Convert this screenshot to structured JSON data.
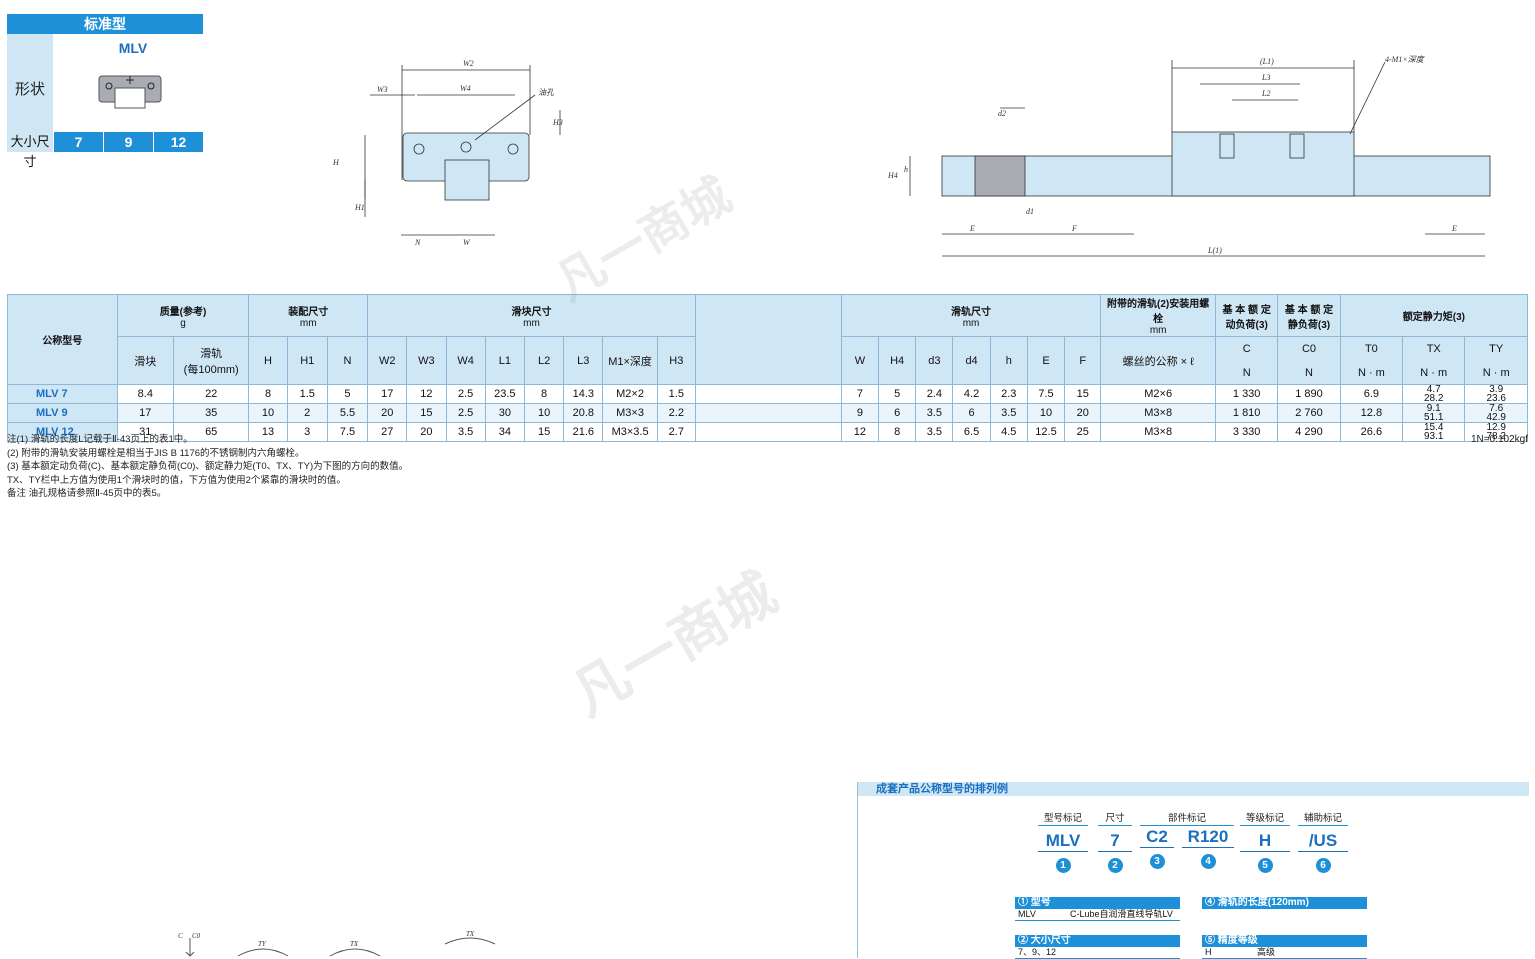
{
  "type_box": {
    "header": "标准型",
    "shape_label": "形状",
    "model": "MLV",
    "size_label": "大小尺寸",
    "sizes": [
      "7",
      "9",
      "12"
    ]
  },
  "drawing_labels": {
    "front": [
      "W2",
      "W3",
      "W4",
      "油孔",
      "H",
      "H1",
      "H3",
      "N",
      "W"
    ],
    "side": [
      "(L1)",
      "L3",
      "L2",
      "4-M1×深度",
      "d2",
      "d1",
      "H4",
      "h",
      "E",
      "F",
      "E",
      "L(1)"
    ]
  },
  "table": {
    "headers": {
      "model": "公称型号",
      "mass": "质量(参考)",
      "mass_unit": "g",
      "mass_block": "滑块",
      "mass_rail": "滑轨",
      "mass_rail_sub": "(每100mm)",
      "assembly": "装配尺寸",
      "assembly_unit": "mm",
      "block_dims": "滑块尺寸",
      "block_unit": "mm",
      "rail_dims": "滑轨尺寸",
      "rail_unit": "mm",
      "bolt": "附带的滑轨(2)安装用螺栓",
      "bolt_unit": "mm",
      "bolt_sub": "螺丝的公称 × ℓ",
      "dyn": "基 本 额 定动负荷(3)",
      "stat": "基 本 额 定静负荷(3)",
      "moment": "额定静力矩(3)",
      "cols_assembly": [
        "H",
        "H1",
        "N"
      ],
      "cols_block": [
        "W2",
        "W3",
        "W4",
        "L1",
        "L2",
        "L3",
        "M1×深度",
        "H3"
      ],
      "cols_rail": [
        "W",
        "H4",
        "d3",
        "d4",
        "h",
        "E",
        "F"
      ],
      "C": "C",
      "C0": "C0",
      "N": "N",
      "T0": "T0",
      "Tx": "TX",
      "Ty": "TY",
      "Nm": "N · m"
    },
    "rows": [
      {
        "model": "MLV   7",
        "block": "8.4",
        "rail": "22",
        "H": "8",
        "H1": "1.5",
        "N": "5",
        "W2": "17",
        "W3": "12",
        "W4": "2.5",
        "L1": "23.5",
        "L2": "8",
        "L3": "14.3",
        "M1": "M2×2",
        "H3": "1.5",
        "W": "7",
        "H4": "5",
        "d3": "2.4",
        "d4": "4.2",
        "h": "2.3",
        "E": "7.5",
        "F": "15",
        "bolt": "M2×6",
        "C": "1 330",
        "C0": "1 890",
        "T0": "6.9",
        "Tx1": "4.7",
        "Tx2": "28.2",
        "Ty1": "3.9",
        "Ty2": "23.6"
      },
      {
        "model": "MLV   9",
        "block": "17",
        "rail": "35",
        "H": "10",
        "H1": "2",
        "N": "5.5",
        "W2": "20",
        "W3": "15",
        "W4": "2.5",
        "L1": "30",
        "L2": "10",
        "L3": "20.8",
        "M1": "M3×3",
        "H3": "2.2",
        "W": "9",
        "H4": "6",
        "d3": "3.5",
        "d4": "6",
        "h": "3.5",
        "E": "10",
        "F": "20",
        "bolt": "M3×8",
        "C": "1 810",
        "C0": "2 760",
        "T0": "12.8",
        "Tx1": "9.1",
        "Tx2": "51.1",
        "Ty1": "7.6",
        "Ty2": "42.9"
      },
      {
        "model": "MLV 12",
        "block": "31",
        "rail": "65",
        "H": "13",
        "H1": "3",
        "N": "7.5",
        "W2": "27",
        "W3": "20",
        "W4": "3.5",
        "L1": "34",
        "L2": "15",
        "L3": "21.6",
        "M1": "M3×3.5",
        "H3": "2.7",
        "W": "12",
        "H4": "8",
        "d3": "3.5",
        "d4": "6.5",
        "h": "4.5",
        "E": "12.5",
        "F": "25",
        "bolt": "M3×8",
        "C": "3 330",
        "C0": "4 290",
        "T0": "26.6",
        "Tx1": "15.4",
        "Tx2": "93.1",
        "Ty1": "12.9",
        "Ty2": "78.2"
      }
    ]
  },
  "notes": [
    "注(1)  滑轨的长度L记载于Ⅱ-43页上的表1中。",
    "    (2)  附带的滑轨安装用螺栓是相当于JIS B 1176的不锈钢制内六角螺栓。",
    "    (3)  基本额定动负荷(C)、基本额定静负荷(C0)、额定静力矩(T0、TX、TY)为下图的方向的数值。",
    "          TX、TY栏中上方值为使用1个滑块时的值，下方值为使用2个紧靠的滑块时的值。",
    "备注  油孔规格请参照Ⅱ-45页中的表5。"
  ],
  "unit_note": "1N=0.102kgf",
  "ordering": {
    "title": "成套产品公称型号的排列例",
    "columns": [
      {
        "label": "型号标记",
        "code": "MLV",
        "num": "1"
      },
      {
        "label": "尺寸",
        "code": "7",
        "num": "2"
      },
      {
        "label": "部件标记",
        "code": "C2",
        "num": "3"
      },
      {
        "label": "部件标记",
        "code": "R120",
        "num": "4"
      },
      {
        "label": "等级标记",
        "code": "H",
        "num": "5"
      },
      {
        "label": "辅助标记",
        "code": "/US",
        "num": "6"
      }
    ],
    "info": [
      {
        "head": "① 型号",
        "c1": "MLV",
        "c2": "C-Lube自润滑直线导轨LV"
      },
      {
        "head": "④ 滑轨的长度(120mm)",
        "c1": "",
        "c2": ""
      },
      {
        "head": "② 大小尺寸",
        "c1": "7、9、12",
        "c2": ""
      },
      {
        "head": "⑤ 精度等级",
        "c1": "H",
        "c2": "高级"
      }
    ]
  },
  "moment_labels": [
    "C",
    "C0",
    "TY",
    "TX",
    "TX"
  ],
  "watermark": "凡一商城"
}
